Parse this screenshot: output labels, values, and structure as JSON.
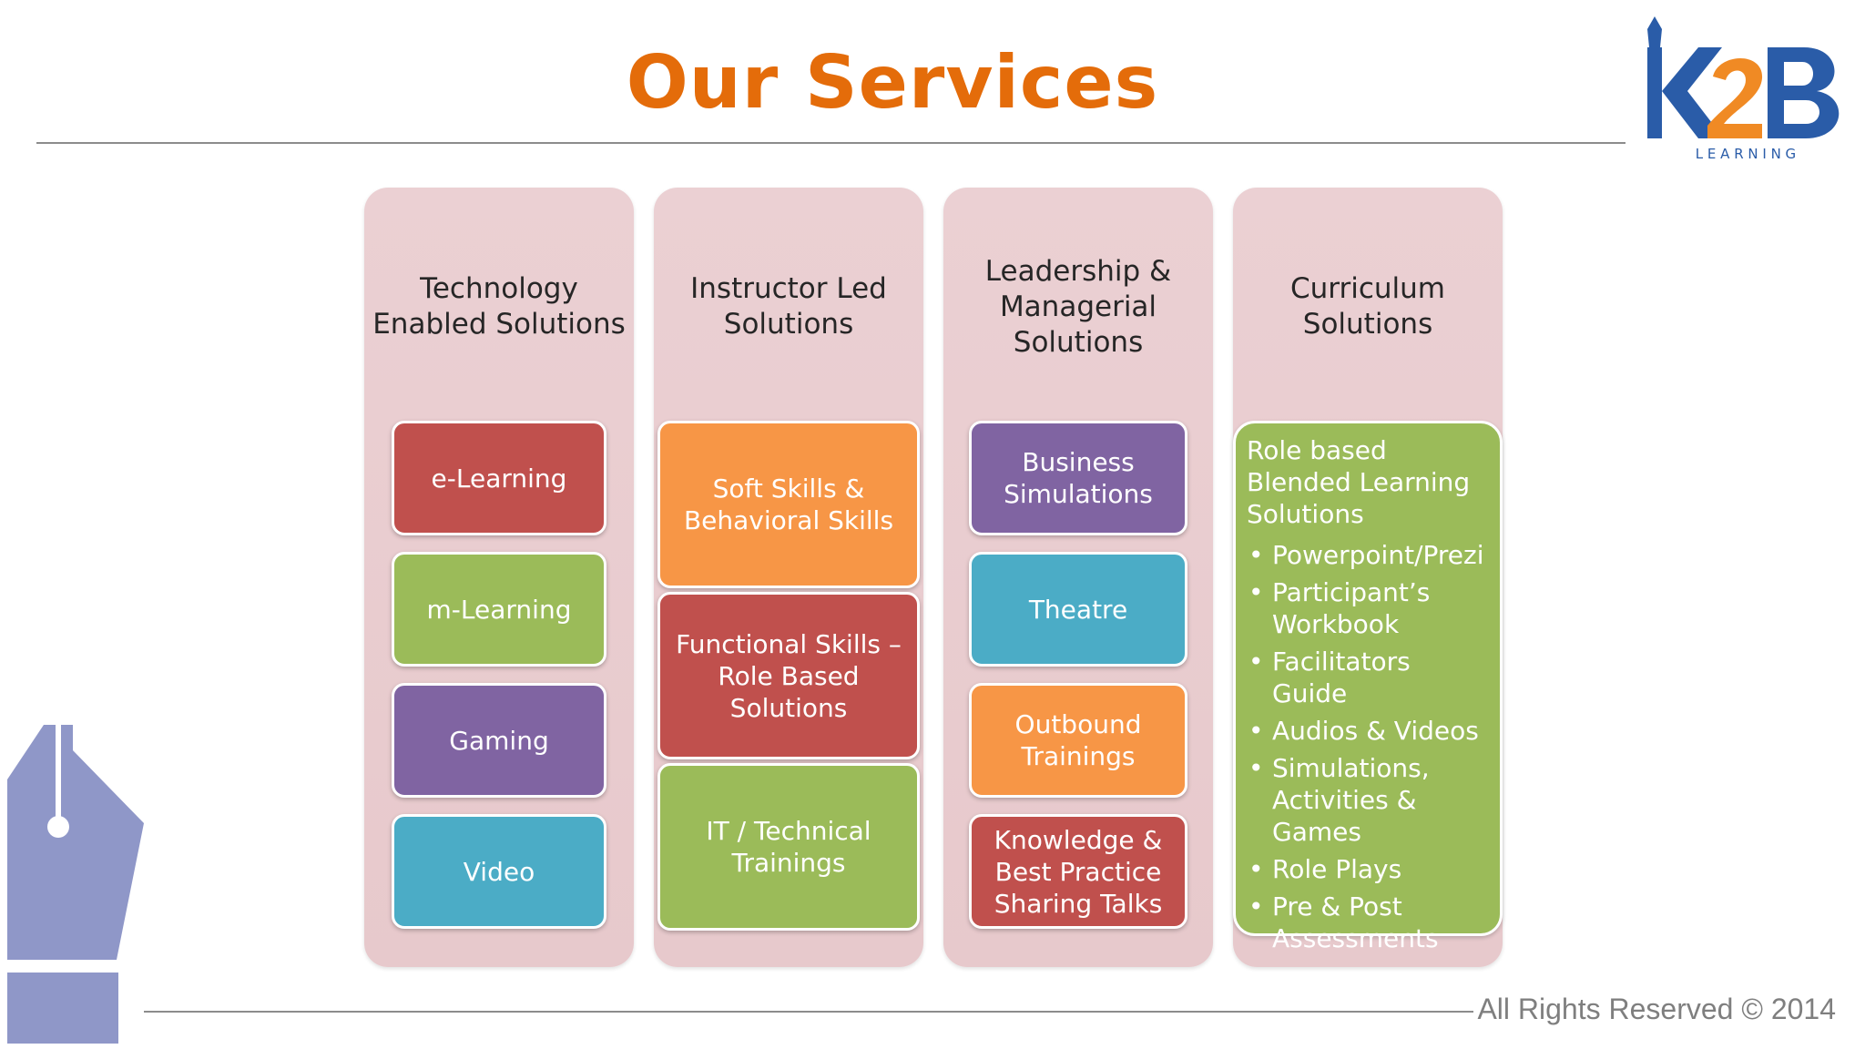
{
  "slide": {
    "title": "Our Services",
    "footer": "All Rights Reserved © 2014"
  },
  "logo": {
    "text": "K2B",
    "tagline": "L E A R N I N G",
    "colors": {
      "blue": "#2a5ca8",
      "orange": "#f08a24"
    }
  },
  "columns": [
    {
      "heading": "Technology Enabled Solutions",
      "items": [
        {
          "label": "e-Learning",
          "color": "#c0504d"
        },
        {
          "label": "m-Learning",
          "color": "#9bbb59"
        },
        {
          "label": "Gaming",
          "color": "#8064a2"
        },
        {
          "label": "Video",
          "color": "#4bacc6"
        }
      ]
    },
    {
      "heading": "Instructor Led Solutions",
      "items": [
        {
          "label": "Soft Skills & Behavioral Skills",
          "color": "#f79646"
        },
        {
          "label": "Functional Skills – Role Based Solutions",
          "color": "#c0504d"
        },
        {
          "label": "IT / Technical Trainings",
          "color": "#9bbb59"
        }
      ]
    },
    {
      "heading": "Leadership & Managerial Solutions",
      "items": [
        {
          "label": "Business Simulations",
          "color": "#8064a2"
        },
        {
          "label": "Theatre",
          "color": "#4bacc6"
        },
        {
          "label": "Outbound Trainings",
          "color": "#f79646"
        },
        {
          "label": "Knowledge & Best Practice Sharing Talks",
          "color": "#c0504d"
        }
      ]
    },
    {
      "heading": "Curriculum Solutions",
      "box_heading": "Role based Blended Learning Solutions",
      "bullets": [
        "Powerpoint/Prezi",
        "Participant’s Workbook",
        "Facilitators Guide",
        "Audios & Videos",
        "Simulations, Activities & Games",
        "Role Plays",
        "Pre & Post Assessments"
      ],
      "color": "#9bbb59"
    }
  ],
  "icons": [
    "pen-nib-icon",
    "k2b-logo"
  ]
}
